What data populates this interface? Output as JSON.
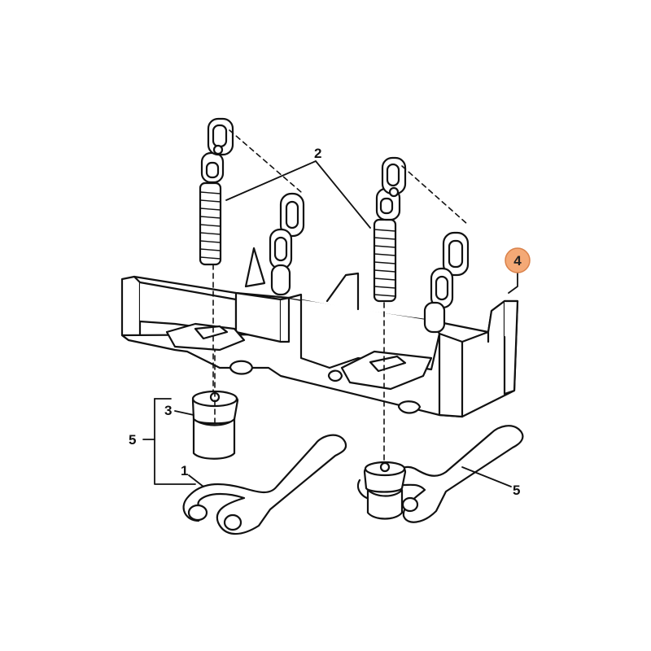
{
  "callouts": {
    "chain_label": "2",
    "insert_label": "3",
    "tray_label": "4",
    "kit_label_left": "5",
    "wrench_label": "1",
    "kit_label_right": "5"
  },
  "colors": {
    "line": "#111111",
    "highlight_fill": "#f4a976",
    "highlight_stroke": "#d9814a",
    "background": "#ffffff"
  }
}
